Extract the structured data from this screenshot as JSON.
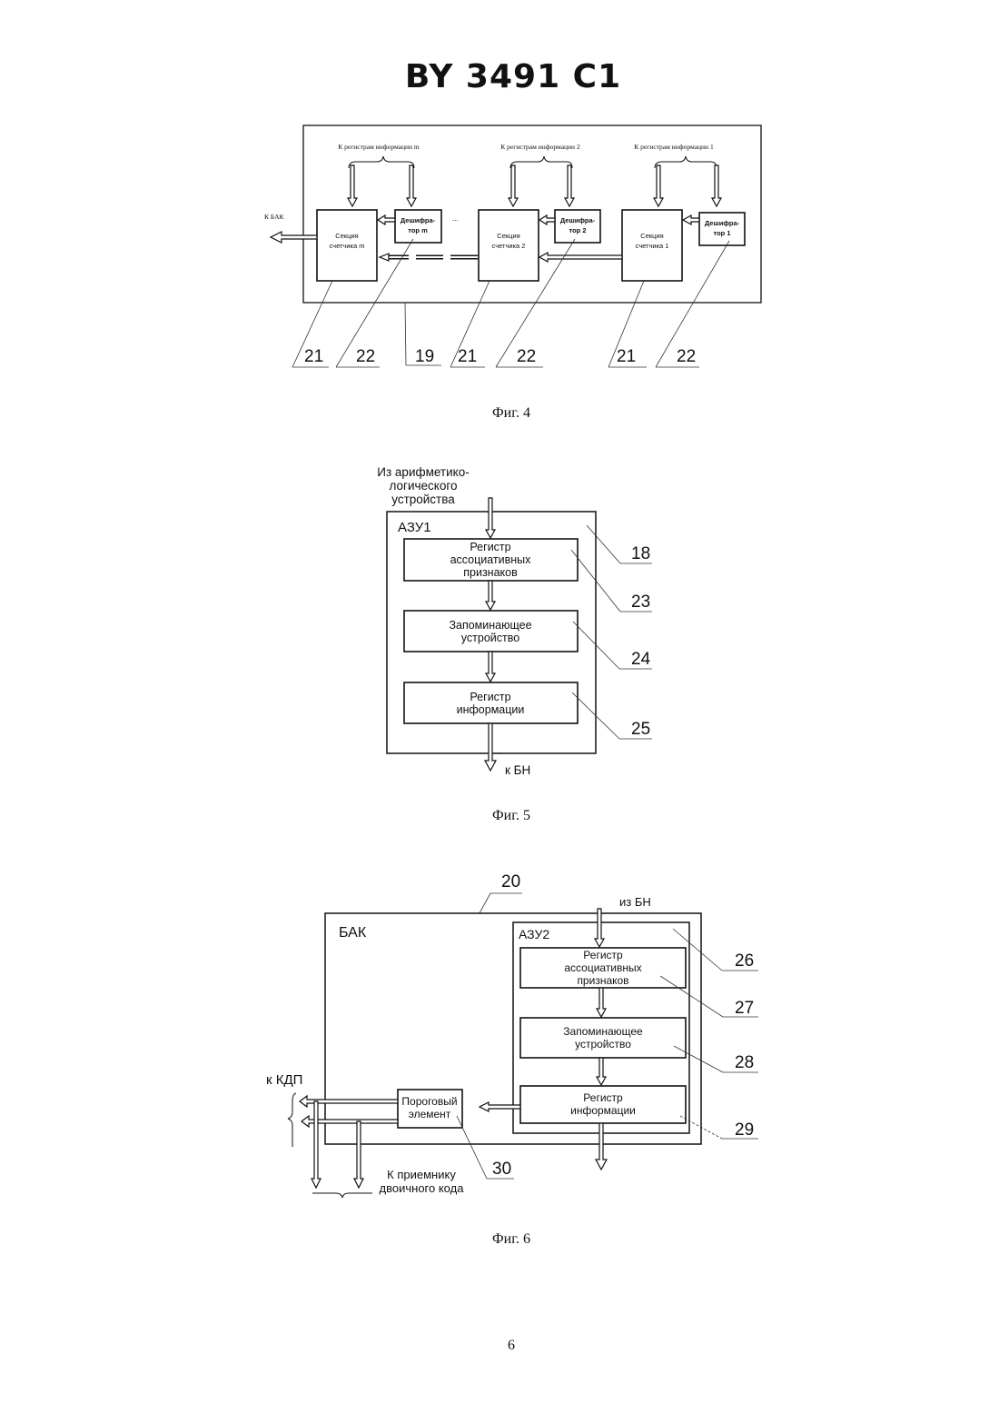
{
  "header": {
    "title": "BY 3491 C1"
  },
  "fig4": {
    "caption": "Фиг. 4",
    "to_registers_m": "К регистрам информации m",
    "to_registers_2": "К регистрам информации 2",
    "to_registers_1": "К регистрам информации 1",
    "to_bak": "К БАК",
    "counter_section_m": [
      "Секция",
      "счетчика m"
    ],
    "counter_section_2": [
      "Секция",
      "счетчика 2"
    ],
    "counter_section_1": [
      "Секция",
      "счетчика 1"
    ],
    "decoder_m": [
      "Дешифра-",
      "тор m"
    ],
    "decoder_2": [
      "Дешифра-",
      "тор 2"
    ],
    "decoder_1": [
      "Дешифра-",
      "тор 1"
    ],
    "ref_numbers": [
      "21",
      "22",
      "19",
      "21",
      "22",
      "21",
      "22"
    ]
  },
  "fig5": {
    "caption": "Фиг. 5",
    "input_label": [
      "Из арифметико-",
      "логического",
      "устройства"
    ],
    "container": "АЗУ1",
    "assoc_register": [
      "Регистр",
      "ассоциативных",
      "признаков"
    ],
    "memory": [
      "Запоминающее",
      "устройство"
    ],
    "info_register": [
      "Регистр",
      "информации"
    ],
    "output_label": "к БН",
    "ref_numbers": [
      "18",
      "23",
      "24",
      "25"
    ]
  },
  "fig6": {
    "caption": "Фиг. 6",
    "outer": "БАК",
    "input_label": "из БН",
    "container": "АЗУ2",
    "assoc_register": [
      "Регистр",
      "ассоциативных",
      "признаков"
    ],
    "memory": [
      "Запоминающее",
      "устройство"
    ],
    "info_register": [
      "Регистр",
      "информации"
    ],
    "threshold": [
      "Пороговый",
      "элемент"
    ],
    "to_kdp": "к КДП",
    "to_receiver": [
      "К приемнику",
      "двоичного кода"
    ],
    "ref_numbers": [
      "20",
      "26",
      "27",
      "28",
      "29",
      "30"
    ]
  },
  "footer": {
    "page": "6"
  }
}
